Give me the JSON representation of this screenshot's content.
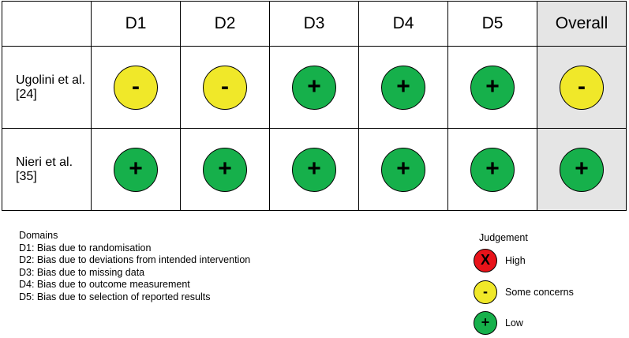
{
  "table": {
    "headers": [
      "",
      "D1",
      "D2",
      "D3",
      "D4",
      "D5",
      "Overall"
    ],
    "rows": [
      {
        "study": "Ugolini et al. [24]",
        "cells": [
          {
            "symbol": "-",
            "level": "some"
          },
          {
            "symbol": "-",
            "level": "some"
          },
          {
            "symbol": "+",
            "level": "low"
          },
          {
            "symbol": "+",
            "level": "low"
          },
          {
            "symbol": "+",
            "level": "low"
          },
          {
            "symbol": "-",
            "level": "some"
          }
        ]
      },
      {
        "study": "Nieri et al. [35]",
        "cells": [
          {
            "symbol": "+",
            "level": "low"
          },
          {
            "symbol": "+",
            "level": "low"
          },
          {
            "symbol": "+",
            "level": "low"
          },
          {
            "symbol": "+",
            "level": "low"
          },
          {
            "symbol": "+",
            "level": "low"
          },
          {
            "symbol": "+",
            "level": "low"
          }
        ]
      }
    ]
  },
  "domains": {
    "title": "Domains",
    "items": [
      "D1: Bias due to randomisation",
      "D2: Bias due to deviations from intended intervention",
      "D3: Bias due to missing data",
      "D4: Bias due to outcome measurement",
      "D5: Bias due to selection of reported results"
    ]
  },
  "judgement": {
    "title": "Judgement",
    "items": [
      {
        "symbol": "X",
        "label": "High",
        "level": "high"
      },
      {
        "symbol": "-",
        "label": "Some concerns",
        "level": "some"
      },
      {
        "symbol": "+",
        "label": "Low",
        "level": "low"
      }
    ]
  },
  "colors": {
    "low": "#16b04b",
    "some": "#f0e829",
    "high": "#e8131a",
    "overall_bg": "#e5e5e5"
  }
}
